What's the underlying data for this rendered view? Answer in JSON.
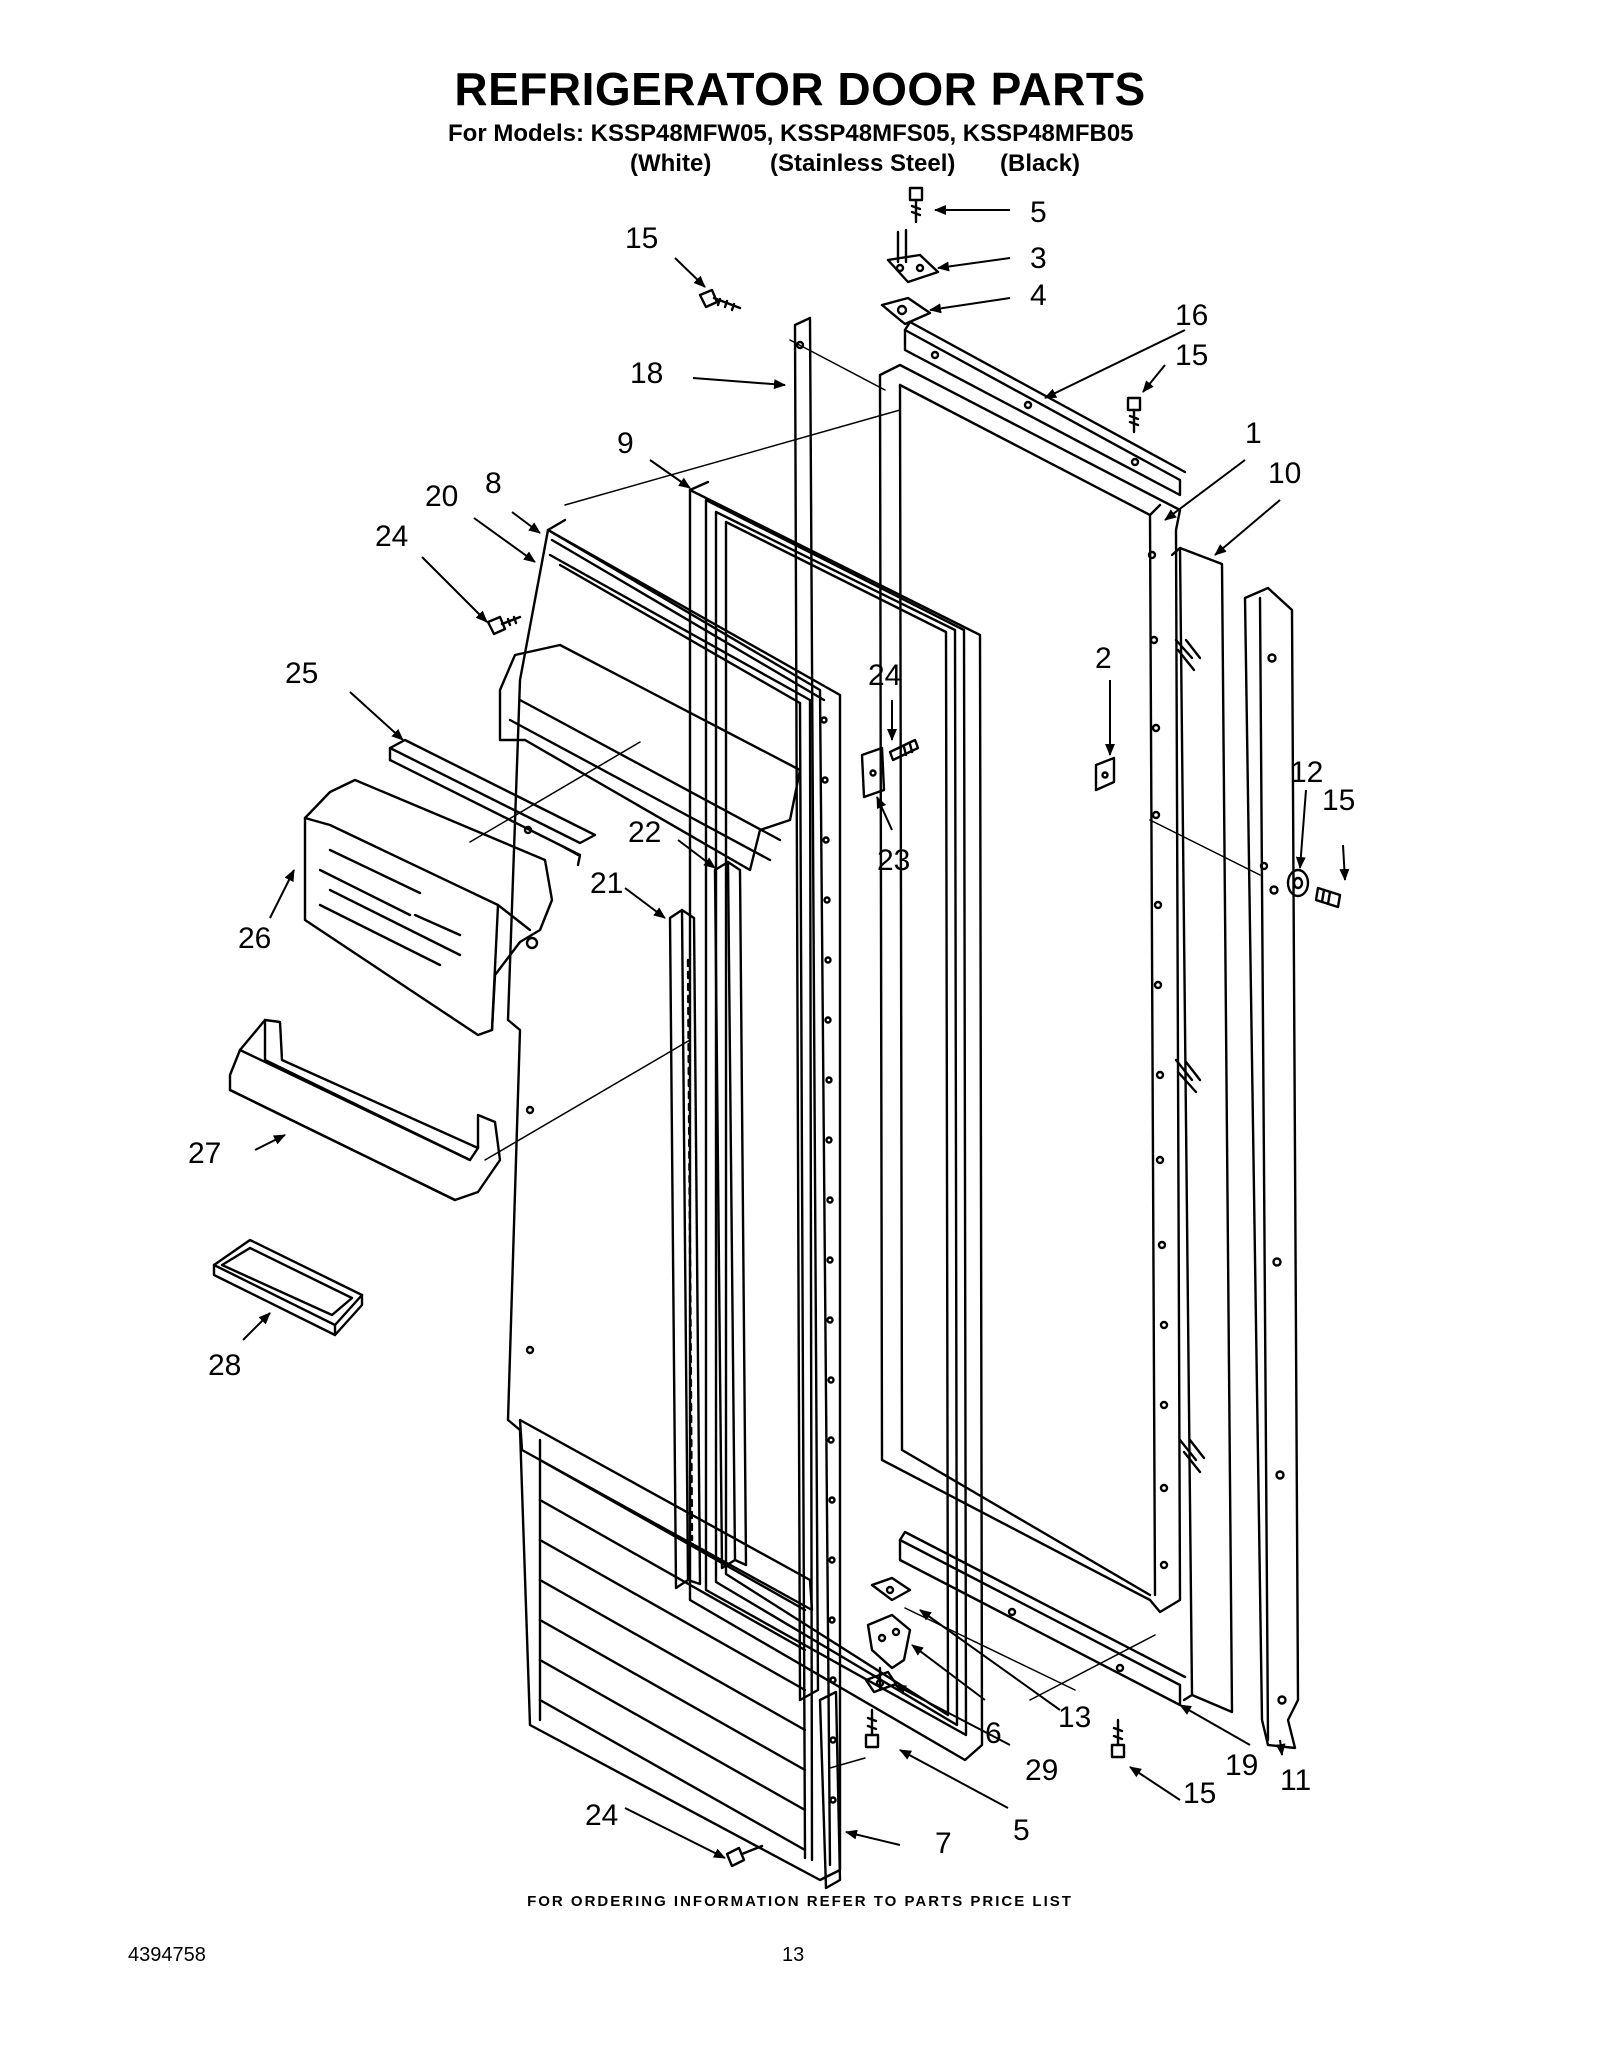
{
  "title": "REFRIGERATOR DOOR PARTS",
  "models_line": "For Models: KSSP48MFW05, KSSP48MFS05, KSSP48MFB05",
  "finishes": {
    "white": "(White)",
    "stainless": "(Stainless Steel)",
    "black": "(Black)"
  },
  "footer_note": "FOR ORDERING INFORMATION REFER TO PARTS PRICE LIST",
  "doc_number": "4394758",
  "page_number": "13",
  "callouts": {
    "c5_top": "5",
    "c3": "3",
    "c4": "4",
    "c15_top_left": "15",
    "c16": "16",
    "c15_top_right": "15",
    "c18": "18",
    "c1": "1",
    "c9": "9",
    "c10": "10",
    "c8": "8",
    "c20": "20",
    "c24_top": "24",
    "c2": "2",
    "c25": "25",
    "c24_mid": "24",
    "c12": "12",
    "c15_right": "15",
    "c22": "22",
    "c23": "23",
    "c21": "21",
    "c26": "26",
    "c27": "27",
    "c28": "28",
    "c13": "13",
    "c6": "6",
    "c29": "29",
    "c11": "11",
    "c19": "19",
    "c15_bottom": "15",
    "c24_bottom": "24",
    "c7": "7",
    "c5_bottom": "5"
  }
}
